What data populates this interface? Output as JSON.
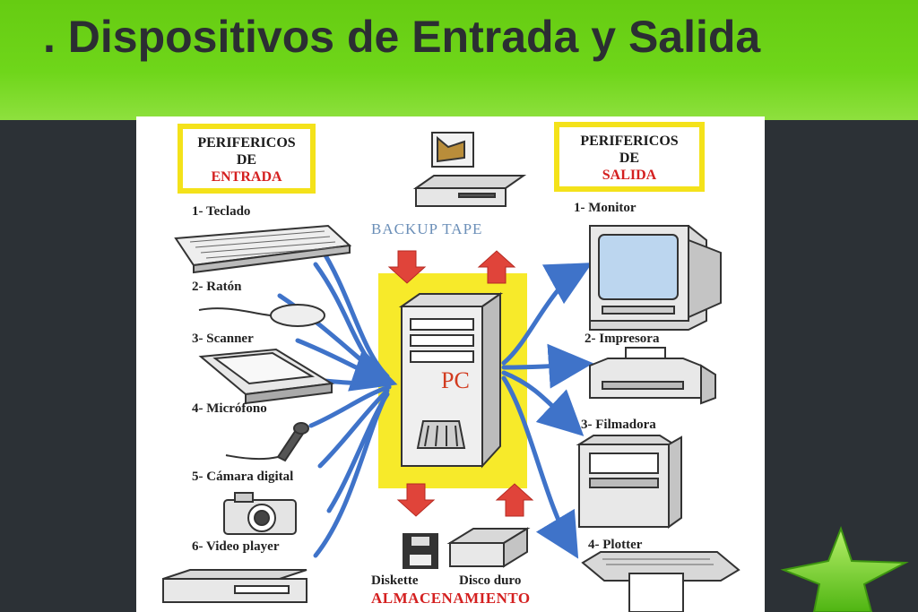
{
  "slide": {
    "title": ". Dispositivos de Entrada y Salida"
  },
  "diagram": {
    "input_box": {
      "line1": "PERIFERICOS",
      "line2": "DE",
      "line3": "ENTRADA"
    },
    "output_box": {
      "line1": "PERIFERICOS",
      "line2": "DE",
      "line3": "SALIDA"
    },
    "center_label": "PC",
    "backup_label": "BACKUP TAPE",
    "storage_label": "ALMACENAMIENTO",
    "input_devices": [
      "1- Teclado",
      "2- Ratón",
      "3- Scanner",
      "4- Micrófono",
      "5- Cámara digital",
      "6- Video player"
    ],
    "output_devices": [
      "1- Monitor",
      "2- Impresora",
      "3- Filmadora",
      "4- Plotter"
    ],
    "storage_devices": [
      "Diskette",
      "Disco duro"
    ]
  },
  "colors": {
    "title_bar": "#6fd61a",
    "background": "#2c3136",
    "highlight_yellow": "#f4e21a",
    "arrow_blue": "#3f73c9",
    "arrow_red": "#e0443a"
  }
}
